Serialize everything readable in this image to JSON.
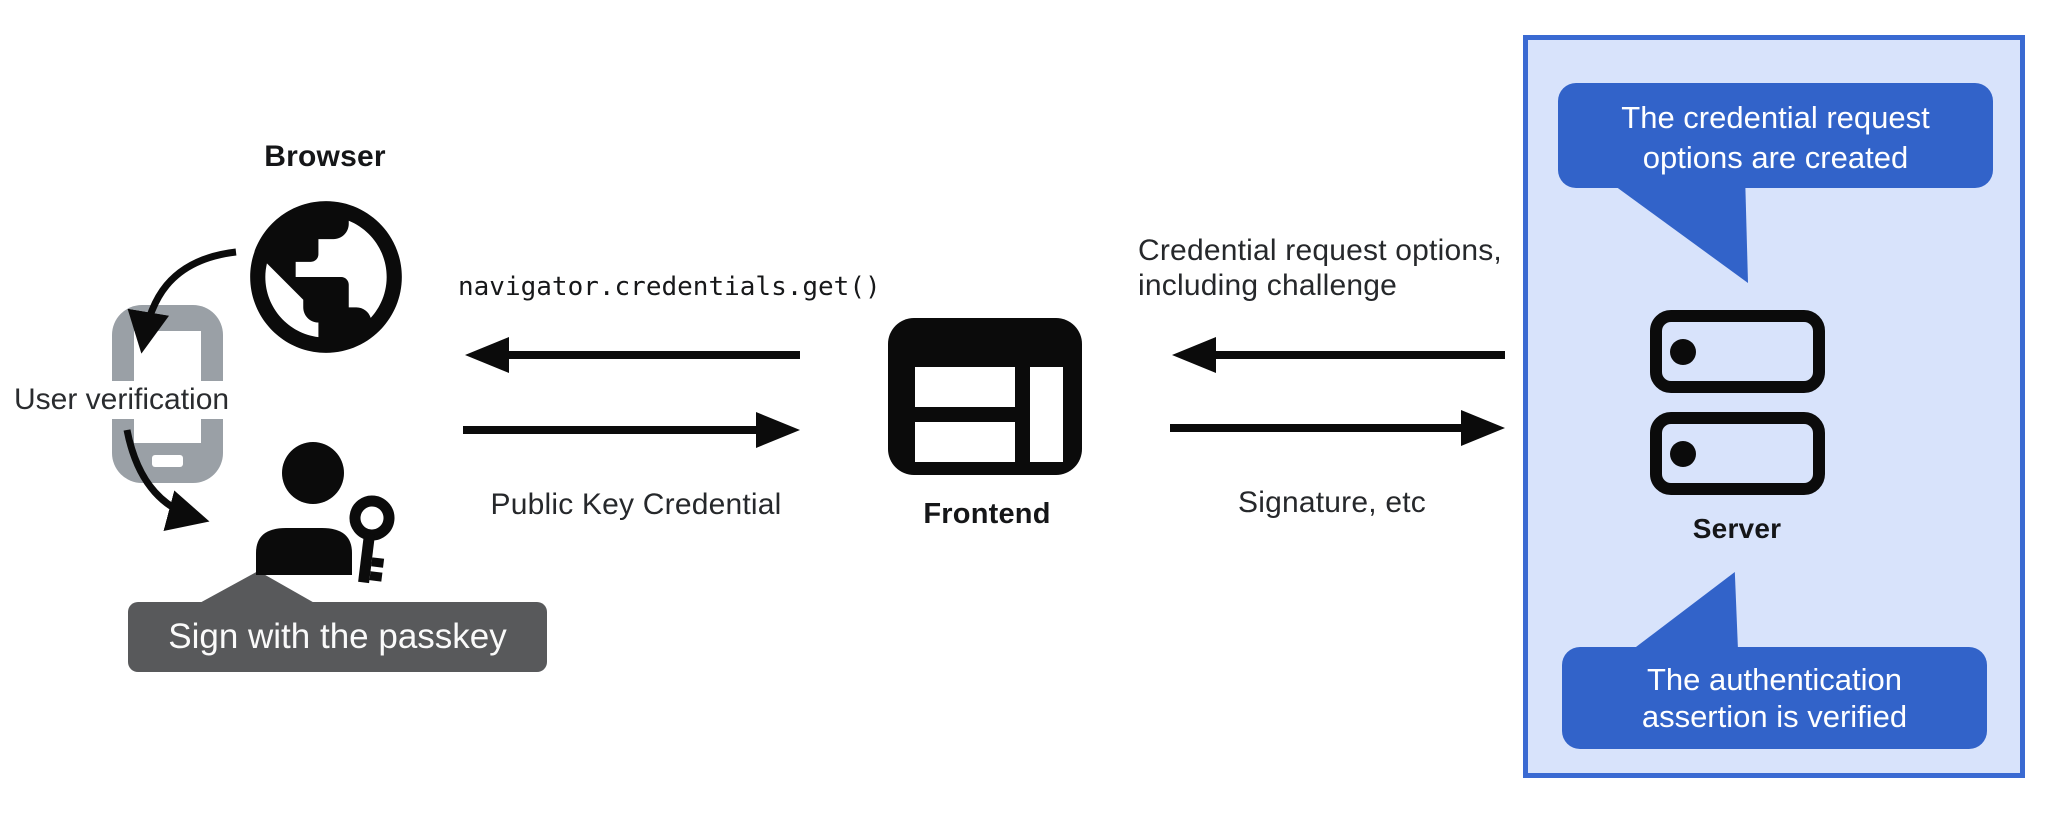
{
  "labels": {
    "browser": "Browser",
    "user_verification": "User verification",
    "sign_with_passkey": "Sign with the passkey",
    "frontend": "Frontend",
    "server": "Server"
  },
  "flows": {
    "get_call": "navigator.credentials.get()",
    "public_key_credential": "Public Key Credential",
    "credential_request_line1": "Credential request options,",
    "credential_request_line2": "including challenge",
    "signature": "Signature, etc"
  },
  "server_panel": {
    "bubble_top_line1": "The credential request",
    "bubble_top_line2": "options are created",
    "bubble_bottom_line1": "The authentication",
    "bubble_bottom_line2": "assertion is verified"
  },
  "icons": [
    "globe-icon",
    "smartphone-icon",
    "user-icon",
    "key-icon",
    "curved-arrow-icon",
    "frontend-window-icon",
    "server-icon",
    "arrow-left-icon",
    "arrow-right-icon",
    "speech-bubble"
  ],
  "colors": {
    "accent-blue": "#3263c9",
    "panel-border": "#3a6ad2",
    "panel-bg": "#d8e3fb",
    "tooltip-gray": "#58595b",
    "phone-gray": "#9aa0a6",
    "ink": "#0b0b0b",
    "text": "#26282b"
  }
}
